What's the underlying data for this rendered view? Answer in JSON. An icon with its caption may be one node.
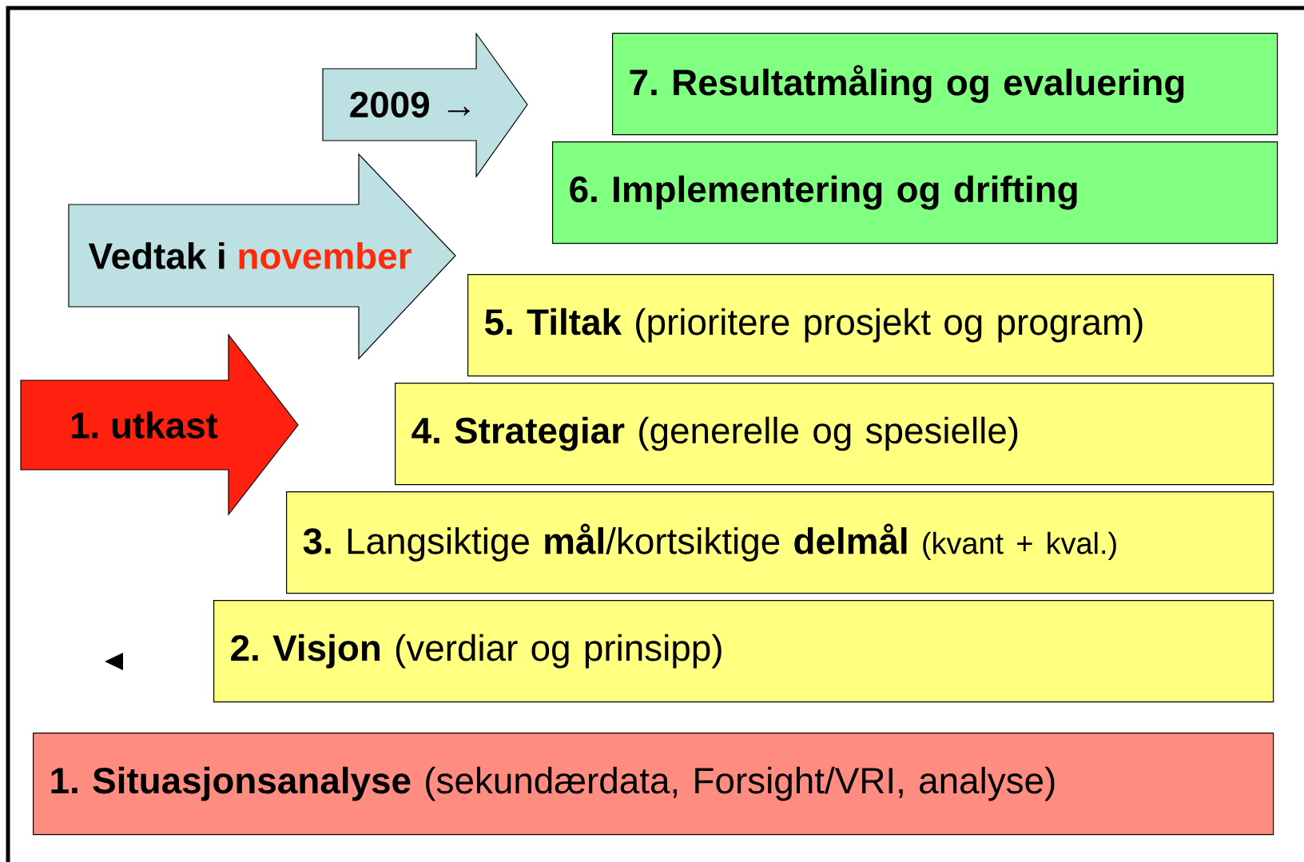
{
  "diagram": {
    "nodes": [
      {
        "text": [
          "2009 →"
        ]
      },
      {
        "text": [
          "7. Resultatmåling og evaluering"
        ]
      },
      {
        "text": [
          "6. Implementering og drifting"
        ]
      },
      {
        "text": [
          "Vedtak i",
          "november"
        ]
      },
      {
        "text": [
          "**5. Tiltak** (prioritere prosjekt og program)"
        ]
      },
      {
        "text": [
          "1. utkast"
        ]
      },
      {
        "text": [
          "**4. Strategiar** (generelle og spesielle)"
        ]
      },
      {
        "text": [
          "**3.** Langsiktige **mål**/kortsiktige **delmål**",
          "(kvant + kval.)"
        ]
      },
      {
        "text": [
          "**2. Visjon** (verdiar og prinsipp)"
        ]
      },
      {
        "text": [
          "**1. Situasjonsanalyse** (sekundærdata, Forsight/VRI, analyse)"
        ]
      }
    ]
  }
}
